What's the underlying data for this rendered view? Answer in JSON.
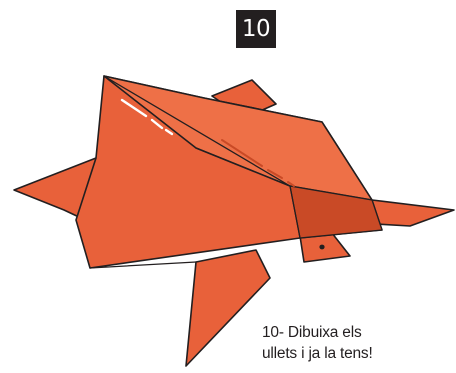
{
  "step": {
    "number": "10"
  },
  "caption": {
    "line1": "10- Dibuixa els",
    "line2": "ullets i ja la tens!"
  },
  "colors": {
    "paper": "#e8613a",
    "paper_light": "#ee7047",
    "paper_shadow": "#c94a26",
    "outline": "#231f20",
    "highlight": "#ffffff",
    "badge": "#231f20"
  },
  "icons": {
    "figure": "origami-turtle-icon"
  }
}
